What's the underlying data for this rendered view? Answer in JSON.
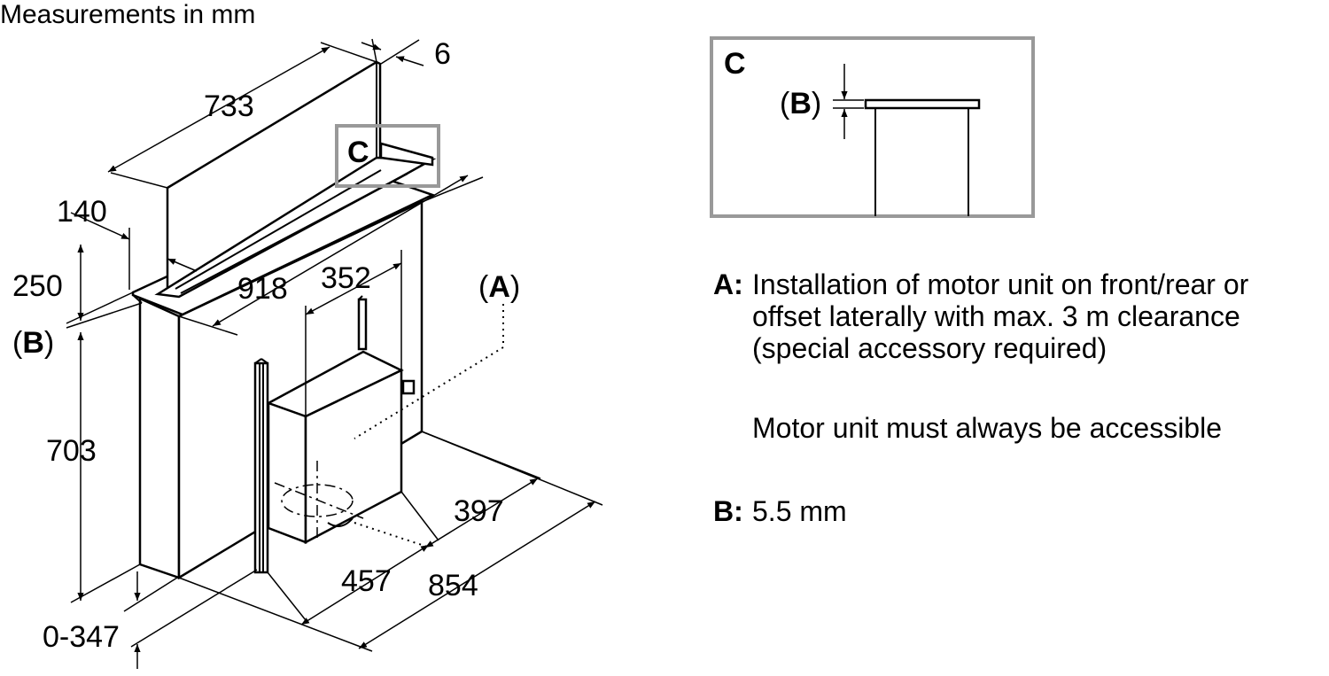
{
  "title": "Measurements in mm",
  "dimensions": {
    "panel_width": "733",
    "panel_thickness": "6",
    "depth_top": "140",
    "panel_height": "250",
    "body_depth": "918",
    "motor_width": "352",
    "body_height": "703",
    "worktop_thickness": "0-347",
    "motor_depth": "397",
    "motor_offset": "457",
    "total_width": "854"
  },
  "labels": {
    "detail_c": "C",
    "detail_c_inset": "C",
    "a_open": "(",
    "a_letter": "A",
    "a_close": ")",
    "b_open": "(",
    "b_letter": "B",
    "b_close": ")",
    "inset_b_open": "(",
    "inset_b_letter": "B",
    "inset_b_close": ")"
  },
  "notes": {
    "a_key": "A:",
    "a_text": "Installation of motor unit on front/rear or offset laterally with max. 3 m clearance (special accessory required)",
    "a_extra": "Motor unit must always be accessible",
    "b_key": "B:",
    "b_text": "5.5 mm"
  }
}
